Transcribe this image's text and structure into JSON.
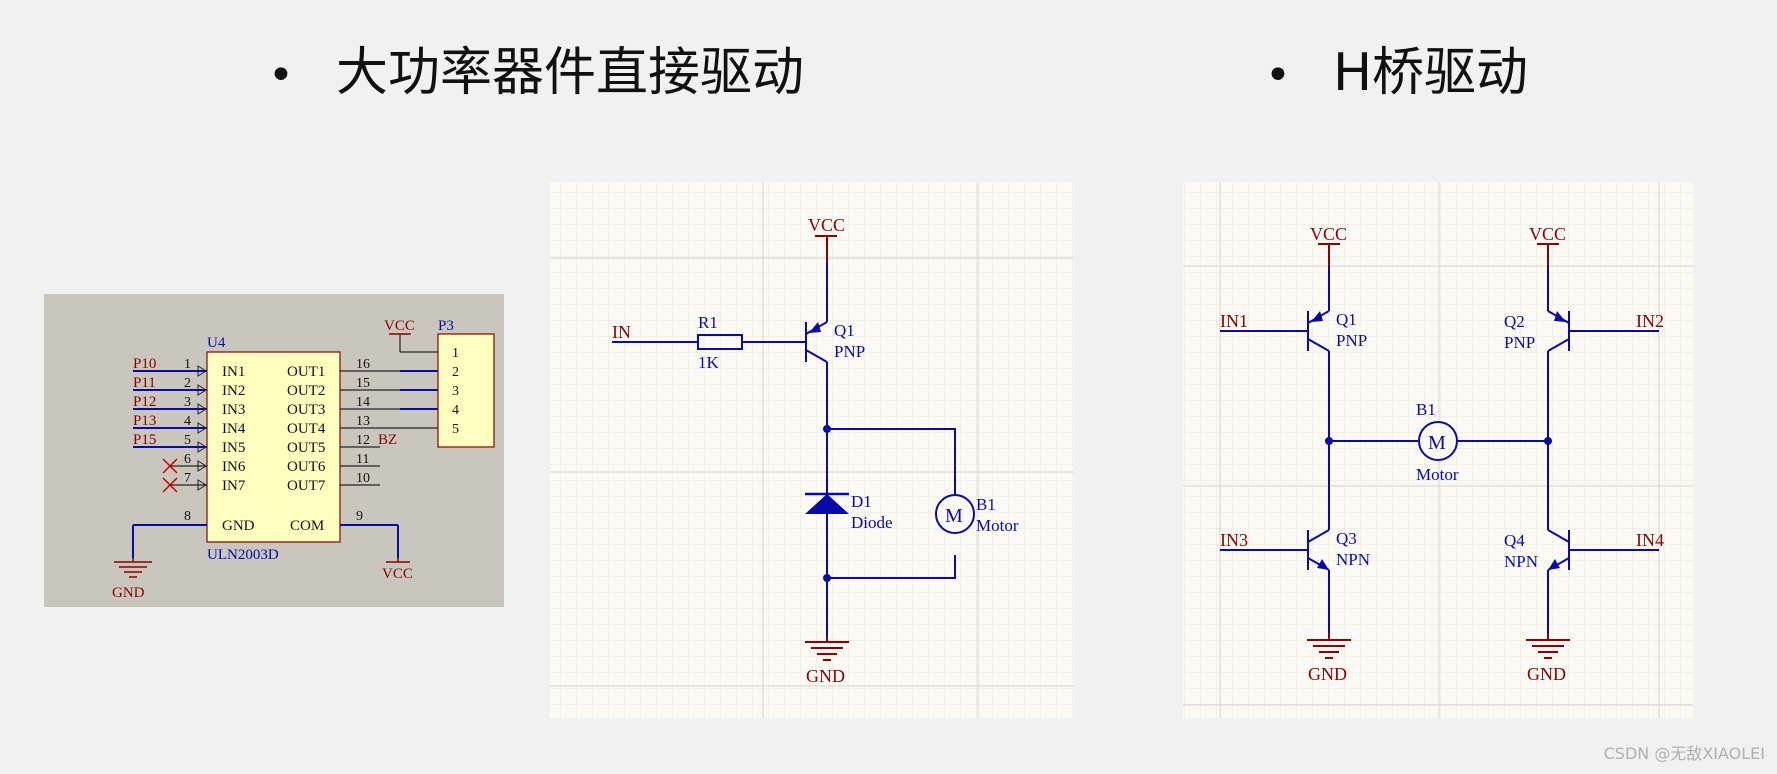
{
  "titles": {
    "left": "大功率器件直接驱动",
    "right": "H桥驱动",
    "bullet": "•"
  },
  "uln": {
    "ref": "U4",
    "part": "ULN2003D",
    "conn_ref": "P3",
    "vcc": "VCC",
    "gnd": "GND",
    "bz": "BZ",
    "inputs": [
      {
        "net": "P10",
        "pin": "1",
        "name": "IN1"
      },
      {
        "net": "P11",
        "pin": "2",
        "name": "IN2"
      },
      {
        "net": "P12",
        "pin": "3",
        "name": "IN3"
      },
      {
        "net": "P13",
        "pin": "4",
        "name": "IN4"
      },
      {
        "net": "P15",
        "pin": "5",
        "name": "IN5"
      },
      {
        "net": "",
        "pin": "6",
        "name": "IN6"
      },
      {
        "net": "",
        "pin": "7",
        "name": "IN7"
      }
    ],
    "outputs": [
      {
        "name": "OUT1",
        "pin": "16"
      },
      {
        "name": "OUT2",
        "pin": "15"
      },
      {
        "name": "OUT3",
        "pin": "14"
      },
      {
        "name": "OUT4",
        "pin": "13"
      },
      {
        "name": "OUT5",
        "pin": "12"
      },
      {
        "name": "OUT6",
        "pin": "11"
      },
      {
        "name": "OUT7",
        "pin": "10"
      }
    ],
    "gnd_pin": {
      "name": "GND",
      "pin": "8"
    },
    "com_pin": {
      "name": "COM",
      "pin": "9"
    },
    "conn_pins": [
      "1",
      "2",
      "3",
      "4",
      "5"
    ]
  },
  "direct": {
    "vcc": "VCC",
    "gnd": "GND",
    "in": "IN",
    "r_ref": "R1",
    "r_val": "1K",
    "q_ref": "Q1",
    "q_type": "PNP",
    "d_ref": "D1",
    "d_name": "Diode",
    "m_ref": "B1",
    "m_name": "Motor",
    "m_symbol": "M"
  },
  "hbridge": {
    "vcc1": "VCC",
    "vcc2": "VCC",
    "gnd1": "GND",
    "gnd2": "GND",
    "in1": "IN1",
    "in2": "IN2",
    "in3": "IN3",
    "in4": "IN4",
    "q1": "Q1",
    "q1_type": "PNP",
    "q2": "Q2",
    "q2_type": "PNP",
    "q3": "Q3",
    "q3_type": "NPN",
    "q4": "Q4",
    "q4_type": "NPN",
    "m_ref": "B1",
    "m_name": "Motor",
    "m_symbol": "M"
  },
  "watermark": "CSDN @无敌XIAOLEI",
  "colors": {
    "wire": "#0a0aa8",
    "power": "#8b0000",
    "chip": "#ffffc0",
    "panel_left": "#c9c7bd",
    "panel": "#fbfaf5"
  }
}
